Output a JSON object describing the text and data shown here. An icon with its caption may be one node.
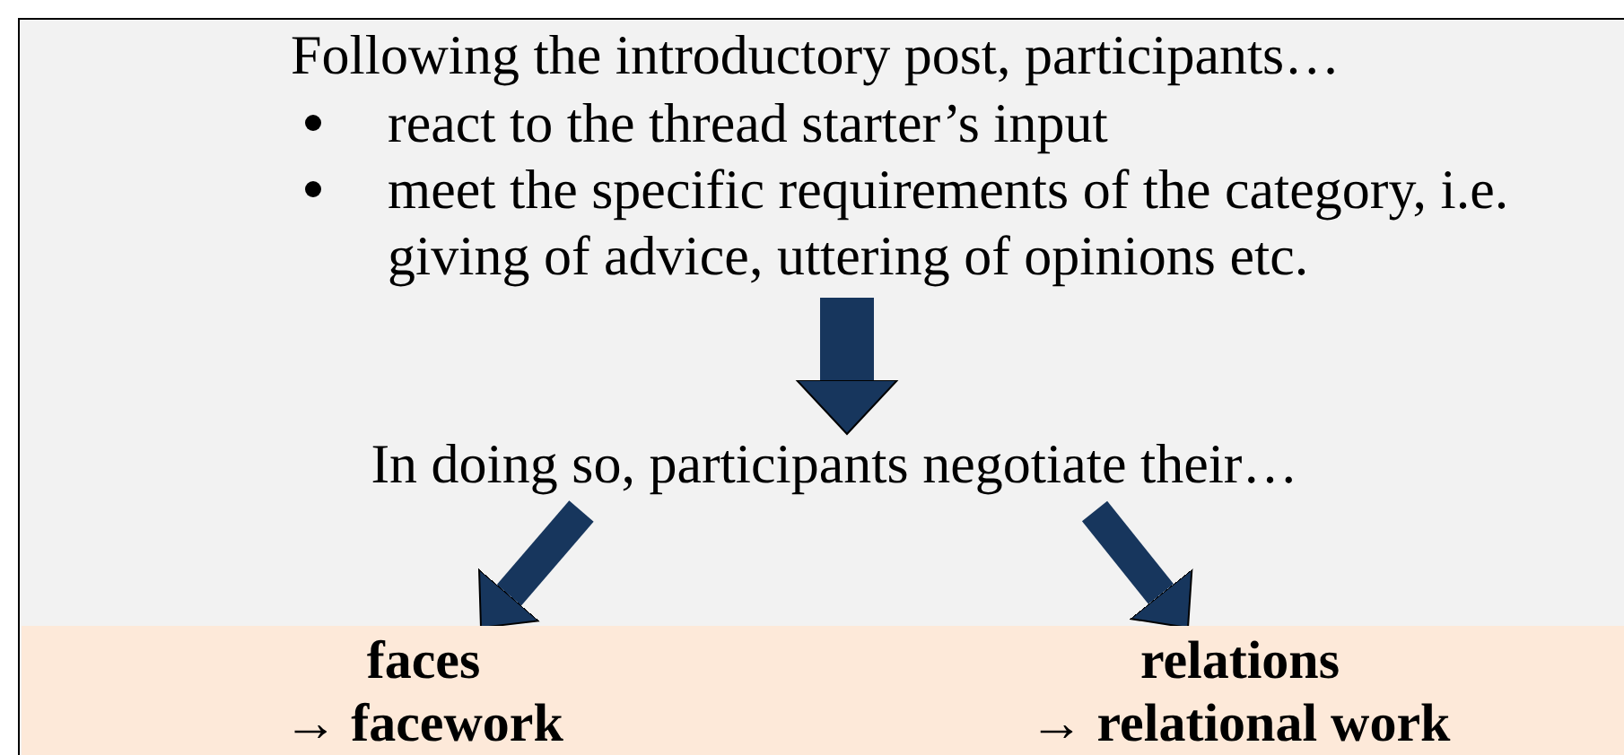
{
  "diagram": {
    "nodes": [
      {
        "text": [
          "Following the introductory post, participants…",
          "react to the thread starter’s input",
          "meet the specific requirements of the category, i.e. giving of advice, uttering of opinions etc."
        ]
      },
      {
        "text": [
          "In doing so, participants negotiate their…"
        ]
      },
      {
        "text": [],
        "shape": "bar"
      },
      {
        "text": [
          "faces",
          "→ facework"
        ],
        "in": 2
      },
      {
        "text": [
          "relations",
          "→ relational work"
        ],
        "in": 2
      }
    ],
    "edges": [
      {
        "from": 0,
        "to": 1,
        "arrow": "to"
      },
      {
        "from": 1,
        "to": 3,
        "arrow": "to"
      },
      {
        "from": 1,
        "to": 4,
        "arrow": "to"
      }
    ]
  }
}
